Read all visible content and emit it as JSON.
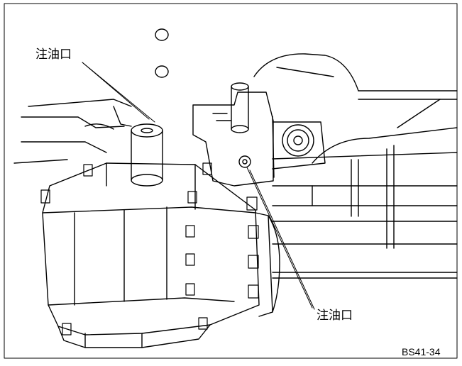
{
  "callouts": {
    "fill_port_top": "注油口",
    "fill_port_bottom": "注油口"
  },
  "figure_code": "BS41-34",
  "colors": {
    "line": "#000000",
    "background": "#ffffff"
  }
}
